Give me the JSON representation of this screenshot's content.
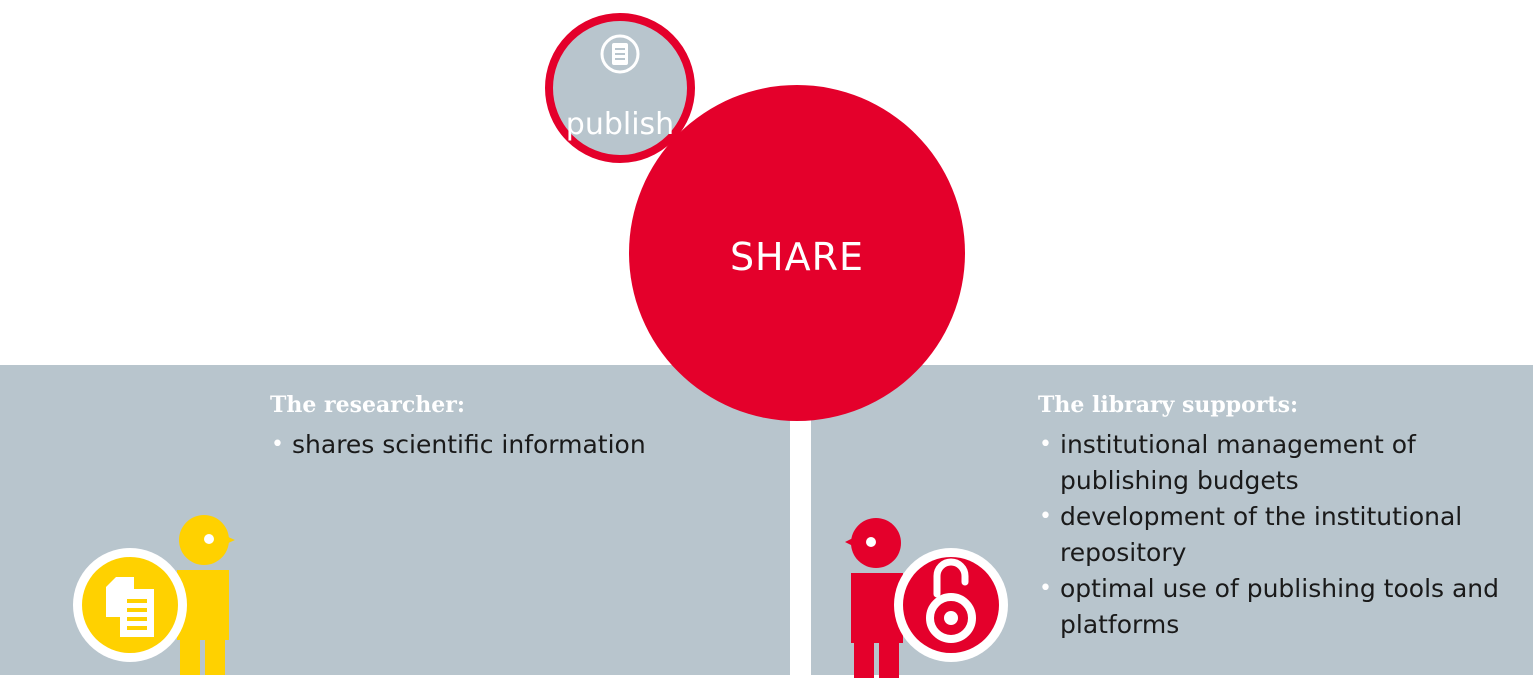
{
  "center": {
    "label": "SHARE",
    "satellite": {
      "label": "publish",
      "icon": "document-icon"
    }
  },
  "researcher": {
    "heading": "The researcher:",
    "items": [
      "shares scientific information"
    ],
    "figure_icon": "documents-icon"
  },
  "library": {
    "heading": "The library supports:",
    "items": [
      "institutional management of publishing budgets",
      "development of the institutional repository",
      "optimal use of publishing tools and platforms"
    ],
    "figure_icon": "open-access-icon"
  },
  "colors": {
    "accent_red": "#e4002b",
    "panel_gray": "#b8c5cd",
    "researcher_yellow": "#ffd100",
    "white": "#ffffff"
  }
}
